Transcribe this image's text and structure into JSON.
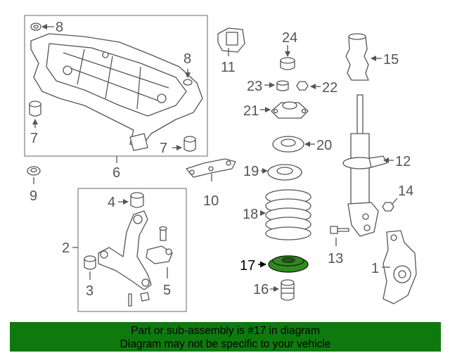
{
  "callouts": {
    "c1": "1",
    "c2": "2",
    "c3": "3",
    "c4": "4",
    "c5": "5",
    "c6": "6",
    "c7a": "7",
    "c7b": "7",
    "c8a": "8",
    "c8b": "8",
    "c9": "9",
    "c10": "10",
    "c11": "11",
    "c12": "12",
    "c13": "13",
    "c14": "14",
    "c15": "15",
    "c16": "16",
    "c17": "17",
    "c18": "18",
    "c19": "19",
    "c20": "20",
    "c21": "21",
    "c22": "22",
    "c23": "23",
    "c24": "24"
  },
  "highlight": {
    "part": "17",
    "color": "#2e8b1e"
  },
  "banner": {
    "line1": "Part or sub-assembly is #17 in diagram",
    "line2": "Diagram may not be specific to your vehicle",
    "background": "#0e7a0e"
  }
}
